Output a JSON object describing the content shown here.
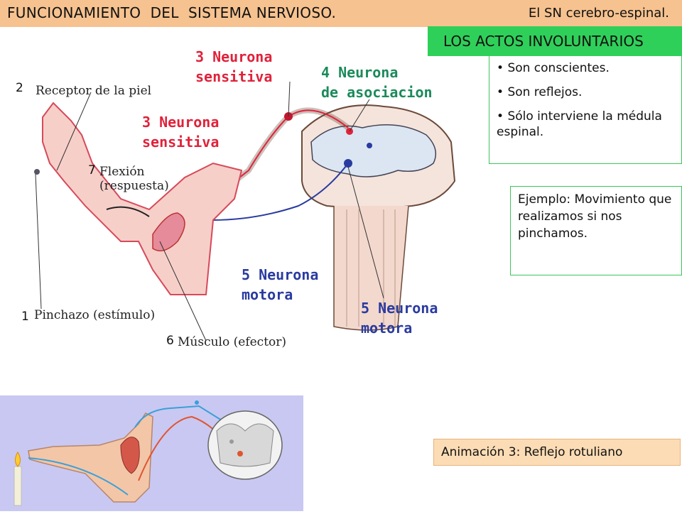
{
  "header": {
    "title": "FUNCIONAMIENTO  DEL  SISTEMA NERVIOSO.",
    "subtitle": "El SN cerebro-espinal."
  },
  "banner": {
    "title": "LOS ACTOS INVOLUNTARIOS"
  },
  "properties": [
    "Son conscientes.",
    "Son reflejos.",
    "Sólo interviene la médula espinal."
  ],
  "example": {
    "text": "Ejemplo: Movimiento que realizamos si nos pinchamos."
  },
  "animation_link": {
    "label": "Animación 3: Reflejo rotuliano"
  },
  "diagram": {
    "labels": {
      "sensory_top": "3 Neurona\nsensitiva",
      "association": "4 Neurona\nde asociacion",
      "sensory_mid": "3 Neurona\nsensitiva",
      "motor_mid": "5 Neurona\nmotora",
      "motor_right": "5 Neurona\nmotora",
      "receptor": "Receptor de la piel",
      "flexion": "Flexión\n(respuesta)",
      "stimulus": "Pinchazo (estímulo)",
      "muscle": "Músculo (efector)"
    },
    "numbers": {
      "receptor": "2",
      "flexion": "7",
      "stimulus": "1",
      "muscle": "6"
    }
  },
  "colors": {
    "header_bg": "#f6c28f",
    "banner_bg": "#2fd05a",
    "box_border": "#3ac659",
    "link_bg": "#fcdcb5",
    "panel_bg": "#c9c8f2",
    "sensory": "#e0223a",
    "association": "#1b8a5a",
    "motor": "#2a3ba0"
  }
}
